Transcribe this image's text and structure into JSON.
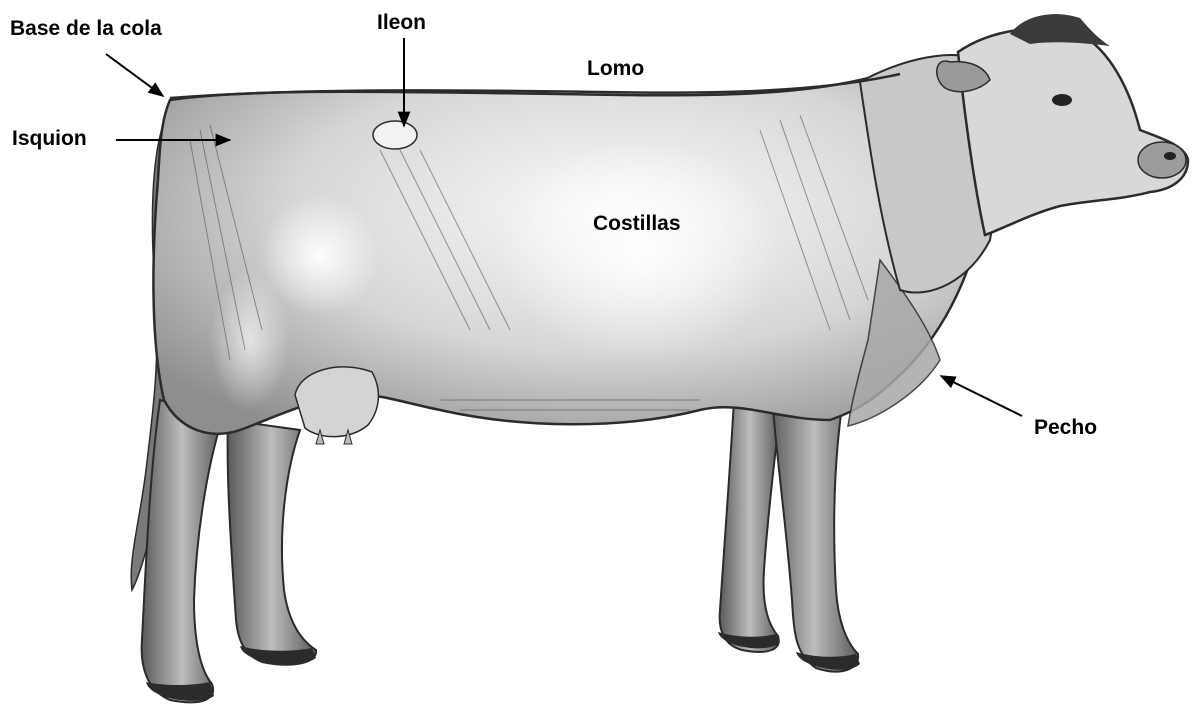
{
  "labels": {
    "base_cola": "Base de la cola",
    "ileon": "Ileon",
    "lomo": "Lomo",
    "isquion": "Isquion",
    "costillas": "Costillas",
    "pecho": "Pecho"
  },
  "colors": {
    "background": "#ffffff",
    "text": "#000000",
    "ink": "#2b2b2b",
    "shade": "#8a8a8a",
    "light": "#e6e6e6"
  }
}
